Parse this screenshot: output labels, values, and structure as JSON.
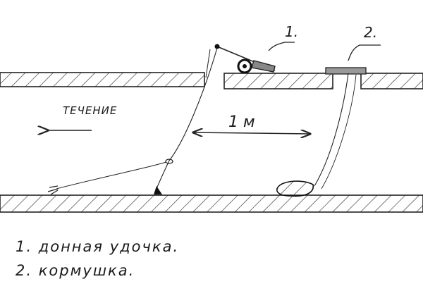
{
  "labels": {
    "current": "ТЕЧЕНИЕ",
    "distance": "1 м",
    "marker_1": "1.",
    "marker_2": "2."
  },
  "legend": [
    "1. донная удочка.",
    "2. кормушка."
  ]
}
